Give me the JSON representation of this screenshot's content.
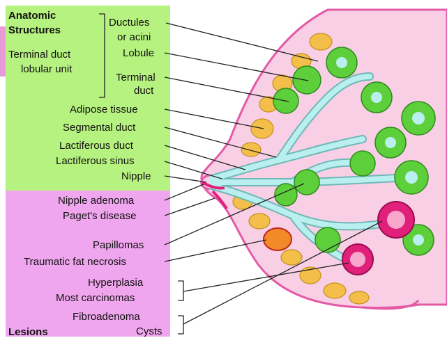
{
  "colors": {
    "anatomy_panel": "#b6f27f",
    "lesion_panel": "#f0a6ee",
    "breast_tissue": "#f9cfe6",
    "adipose": "#f3bf4a",
    "ducts": "#b9f0ef",
    "lobule": "#5ccf3a",
    "lesion_red": "#e0207a",
    "leader_line": "#222222"
  },
  "anatomy": {
    "heading_line1": "Anatomic",
    "heading_line2": "Structures",
    "tdlu_line1": "Terminal duct",
    "tdlu_line2": "lobular unit",
    "ductules_line1": "Ductules",
    "ductules_line2": "or acini",
    "lobule": "Lobule",
    "terminal_duct_line1": "Terminal",
    "terminal_duct_line2": "duct",
    "adipose": "Adipose tissue",
    "segmental": "Segmental duct",
    "lactiferous_duct": "Lactiferous duct",
    "lactiferous_sinus": "Lactiferous sinus",
    "nipple": "Nipple"
  },
  "lesions": {
    "heading": "Lesions",
    "nipple_adenoma": "Nipple adenoma",
    "pagets": "Paget's disease",
    "papillomas": "Papillomas",
    "fat_necrosis": "Traumatic fat necrosis",
    "hyperplasia": "Hyperplasia",
    "carcinomas": "Most carcinomas",
    "fibroadenoma": "Fibroadenoma",
    "cysts": "Cysts"
  }
}
